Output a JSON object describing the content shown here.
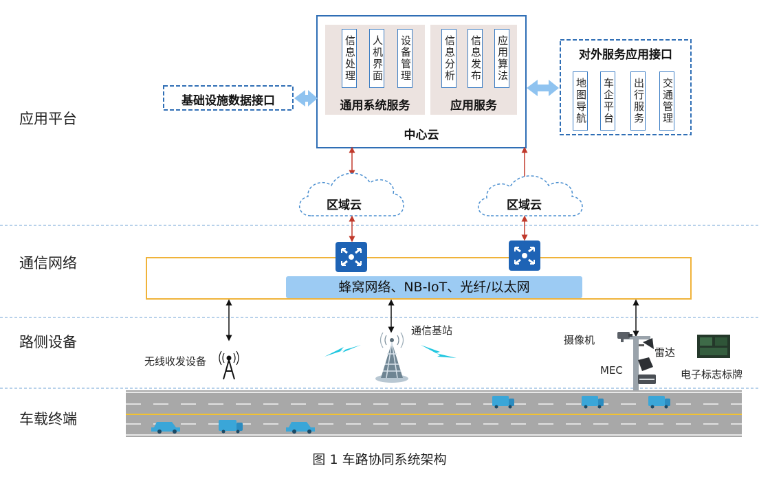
{
  "layers": {
    "app": "应用平台",
    "net": "通信网络",
    "road": "路侧设备",
    "vehicle": "车载终端"
  },
  "center_cloud": {
    "title": "中心云",
    "general": {
      "title": "通用系统服务",
      "items": [
        "信息处理",
        "人机界面",
        "设备管理"
      ]
    },
    "app_service": {
      "title": "应用服务",
      "items": [
        "信息分析",
        "信息发布",
        "应用算法"
      ]
    }
  },
  "infra_interface": "基础设施数据接口",
  "external_service": {
    "title": "对外服务应用接口",
    "items": [
      "地图导航",
      "车企平台",
      "出行服务",
      "交通管理"
    ]
  },
  "regional_clouds": [
    "区域云",
    "区域云"
  ],
  "network_band": "蜂窝网络、NB-IoT、光纤/以太网",
  "roadside": {
    "wireless": "无线收发设备",
    "base_station": "通信基站",
    "camera": "摄像机",
    "radar": "雷达",
    "mec": "MEC",
    "sign": "电子标志标牌"
  },
  "caption": "图 1  车路协同系统架构",
  "colors": {
    "blue_border": "#2f6eb5",
    "dashed": "#3d7bc4",
    "arrow_red": "#c0392b",
    "arrow_blue": "#8fc3f0",
    "orange": "#f0b33a",
    "panel": "#ece3e0",
    "road": "#a8a8a8",
    "lane_yellow": "#f2c230",
    "vehicle": "#3aa6d8"
  }
}
